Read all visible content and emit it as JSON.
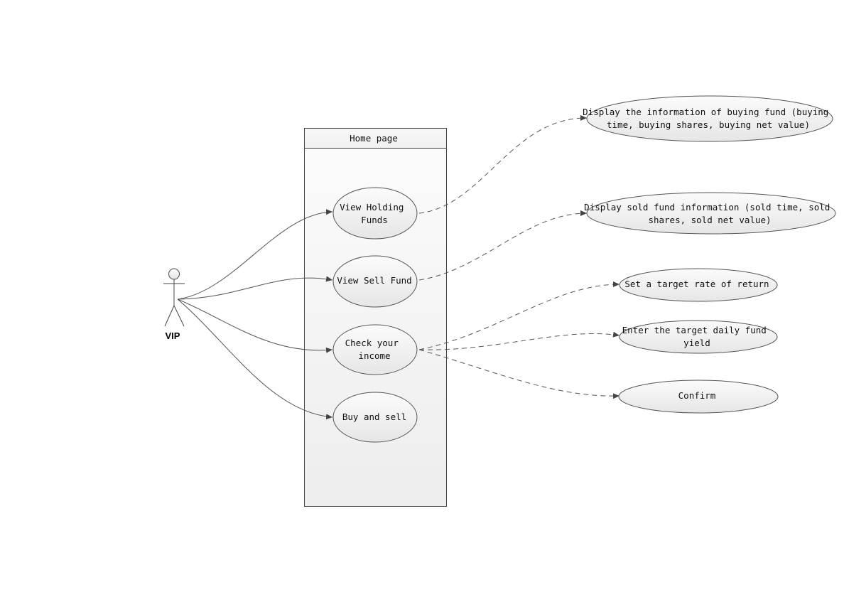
{
  "diagram": {
    "actor": {
      "label": "VIP"
    },
    "system": {
      "title": "Home page"
    },
    "use_cases": [
      {
        "id": "view_holding",
        "lines": [
          "View Holding",
          "Funds"
        ]
      },
      {
        "id": "view_sell",
        "lines": [
          "View Sell Fund"
        ]
      },
      {
        "id": "check_income",
        "lines": [
          "Check your",
          "income"
        ]
      },
      {
        "id": "buy_sell",
        "lines": [
          "Buy and sell"
        ]
      }
    ],
    "extensions": [
      {
        "id": "display_buying",
        "lines": [
          "Display the information of buying fund (buying",
          "time, buying shares, buying net value)"
        ]
      },
      {
        "id": "display_sold",
        "lines": [
          "Display sold fund information (sold time, sold",
          "shares, sold net value)"
        ]
      },
      {
        "id": "target_rate",
        "lines": [
          "Set a target rate of return"
        ]
      },
      {
        "id": "target_daily",
        "lines": [
          "Enter the target daily fund",
          "yield"
        ]
      },
      {
        "id": "confirm",
        "lines": [
          "Confirm"
        ]
      }
    ],
    "associations": [
      {
        "from": "actor",
        "to": "view_holding"
      },
      {
        "from": "actor",
        "to": "view_sell"
      },
      {
        "from": "actor",
        "to": "check_income"
      },
      {
        "from": "actor",
        "to": "buy_sell"
      }
    ],
    "dependencies": [
      {
        "from": "view_holding",
        "to": "display_buying"
      },
      {
        "from": "view_sell",
        "to": "display_sold"
      },
      {
        "from": "check_income",
        "to": "target_rate"
      },
      {
        "from": "check_income",
        "to": "target_daily"
      },
      {
        "from": "check_income",
        "to": "confirm"
      }
    ],
    "colors": {
      "line": "#555555",
      "ellipse_fill_top": "#fbfbfb",
      "ellipse_fill_bottom": "#e6e6e6",
      "system_fill_top": "#fcfcfc",
      "system_fill_bottom": "#efefef",
      "border": "#444444"
    }
  }
}
